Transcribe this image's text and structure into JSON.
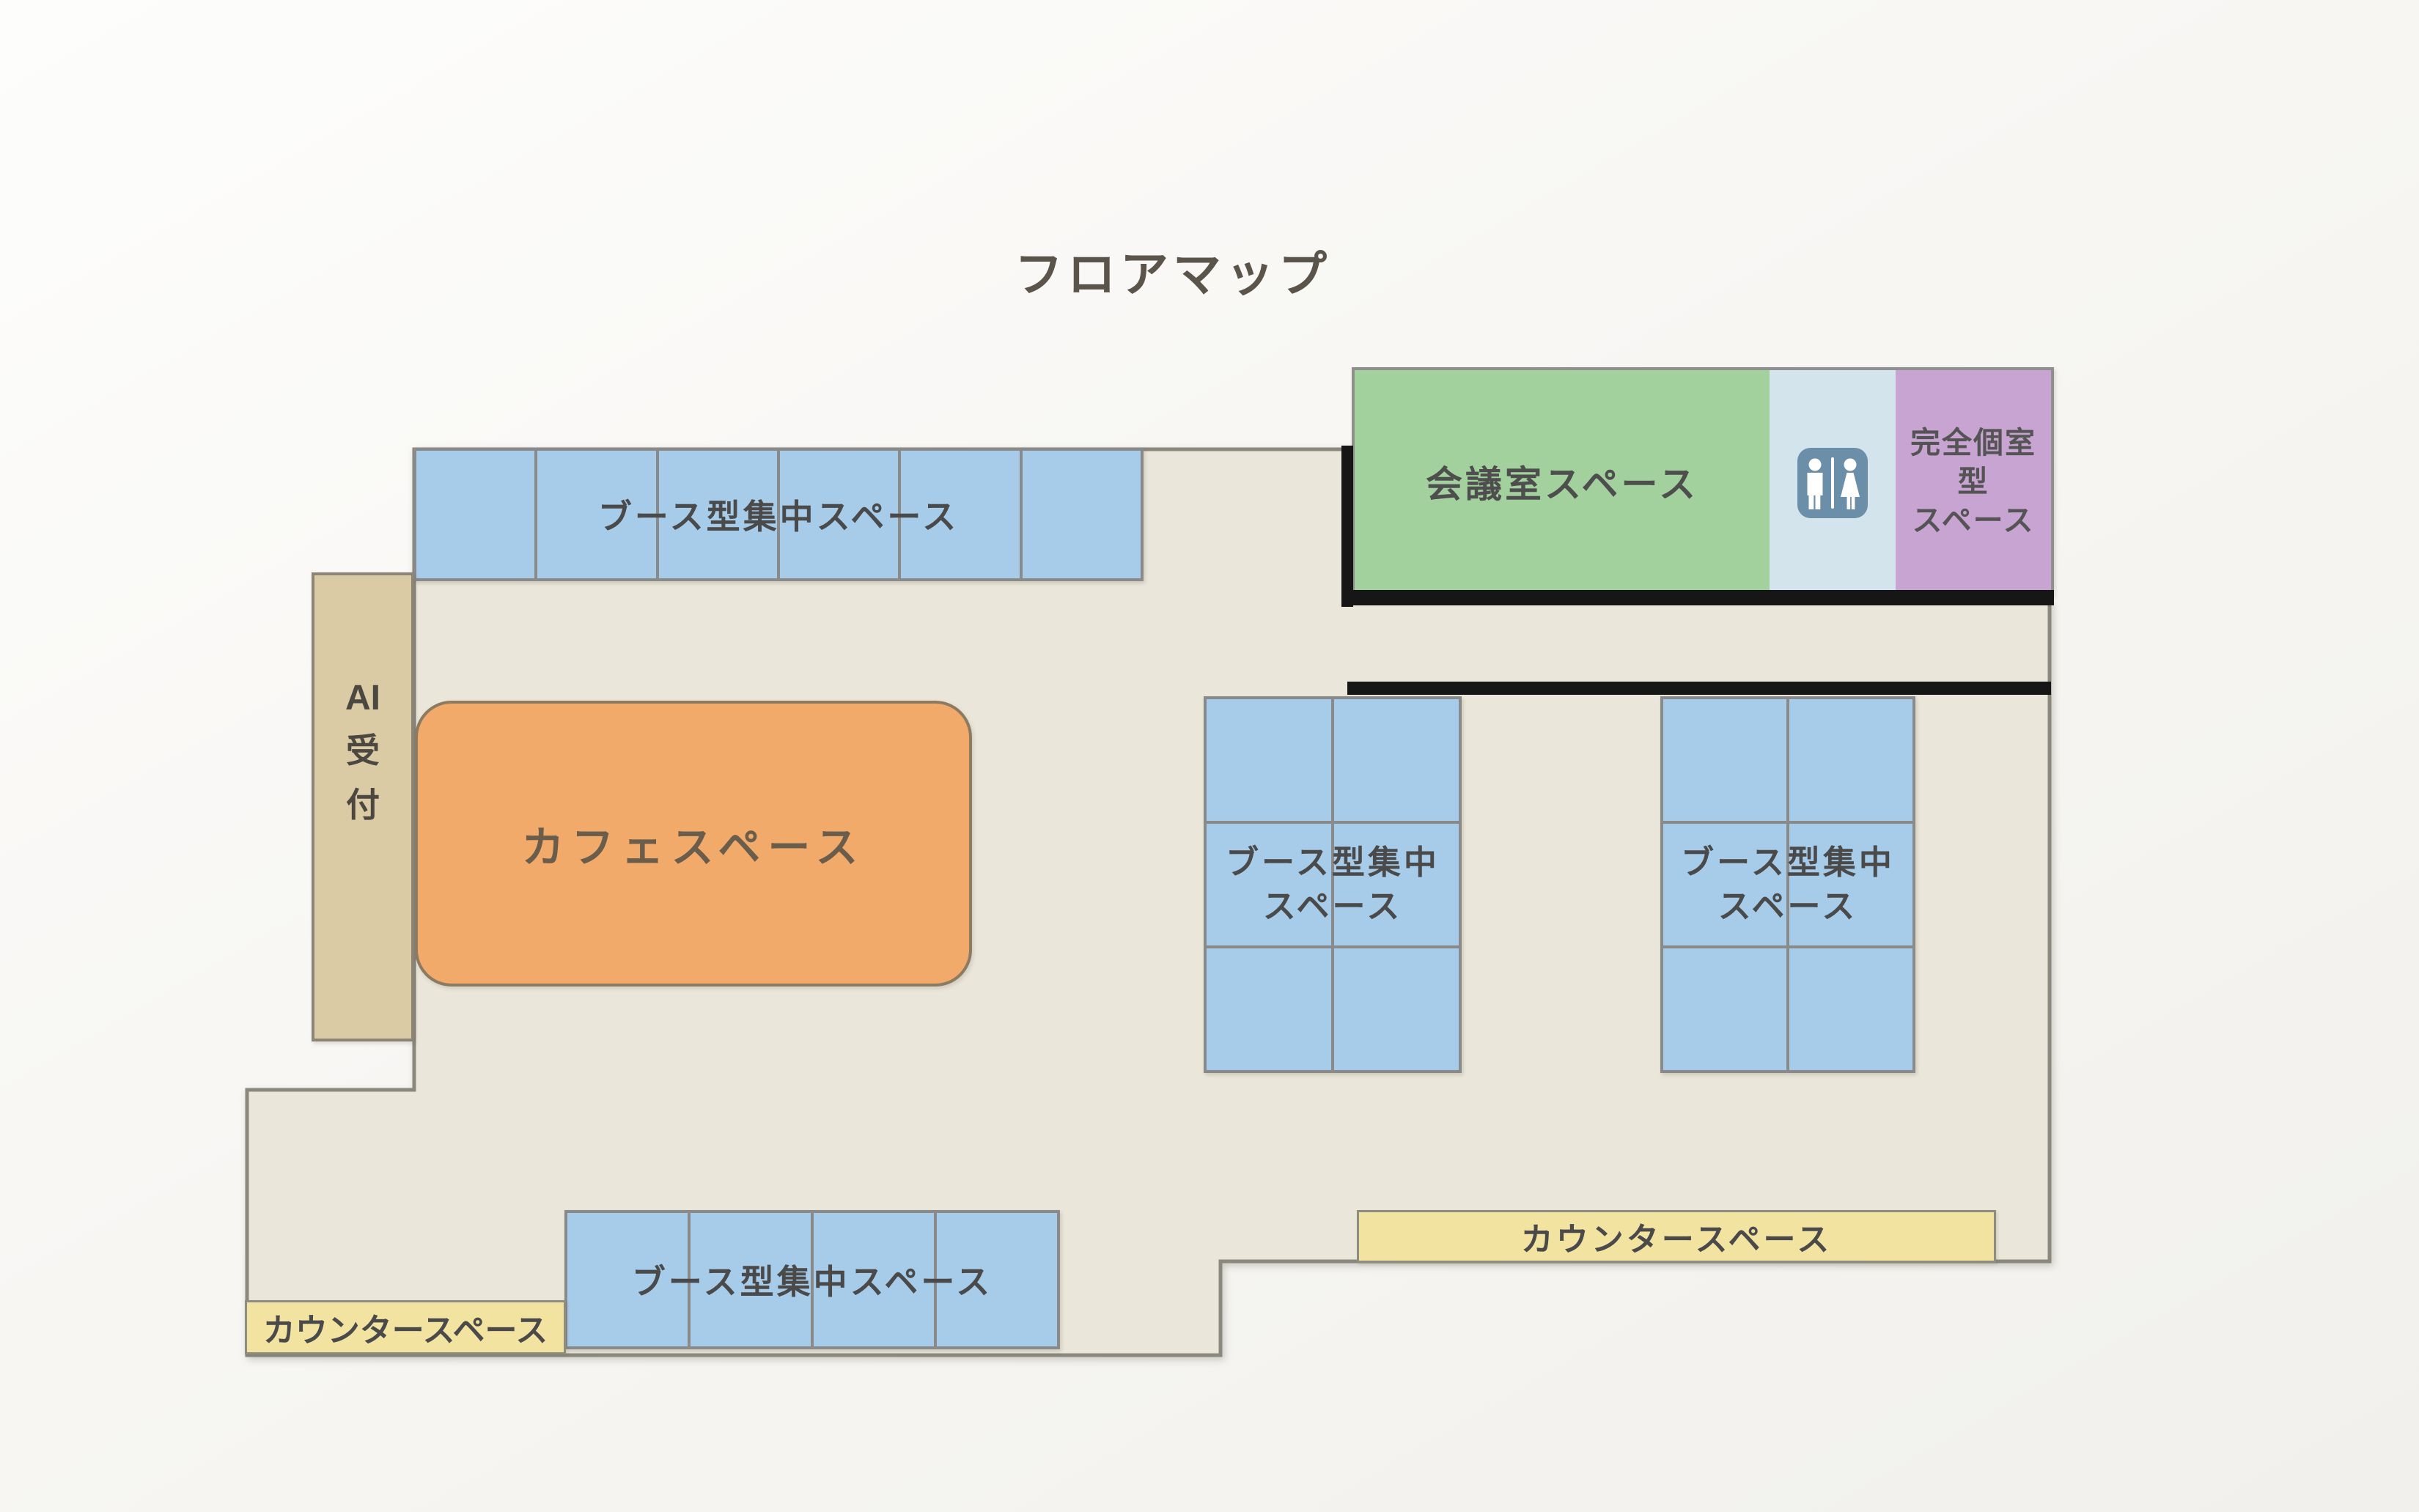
{
  "title": "フロアマップ",
  "legend_colors": {
    "floor": "#EAE7DA",
    "booth_blue": "#A7CCE9",
    "meeting_green": "#A2D19D",
    "restroom_blue": "#D3E4ED",
    "private_purple": "#C8A4D2",
    "cafe_orange": "#F2AA6B",
    "reception_tan": "#DACBA5",
    "counter_yellow": "#F3E3A1",
    "wall_black": "#161616"
  },
  "areas": {
    "booth_top": {
      "label": "ブース型集中スペース",
      "cells": 6
    },
    "meeting": {
      "label": "会議室スペース"
    },
    "restroom": {
      "icon": "restroom-icon"
    },
    "private_rooms": {
      "line1": "完全個室型",
      "line2": "スペース"
    },
    "ai_reception": {
      "line1": "AI",
      "line2": "受",
      "line3": "付"
    },
    "cafe": {
      "label": "カフェスペース"
    },
    "booth_middle": {
      "line1": "ブース型集中",
      "line2": "スペース",
      "cells": 6
    },
    "booth_right": {
      "line1": "ブース型集中",
      "line2": "スペース",
      "cells": 6
    },
    "counter_right": {
      "label": "カウンタースペース"
    },
    "booth_bottom": {
      "label": "ブース型集中スペース",
      "cells": 4
    },
    "counter_left": {
      "label": "カウンタースペース"
    }
  }
}
